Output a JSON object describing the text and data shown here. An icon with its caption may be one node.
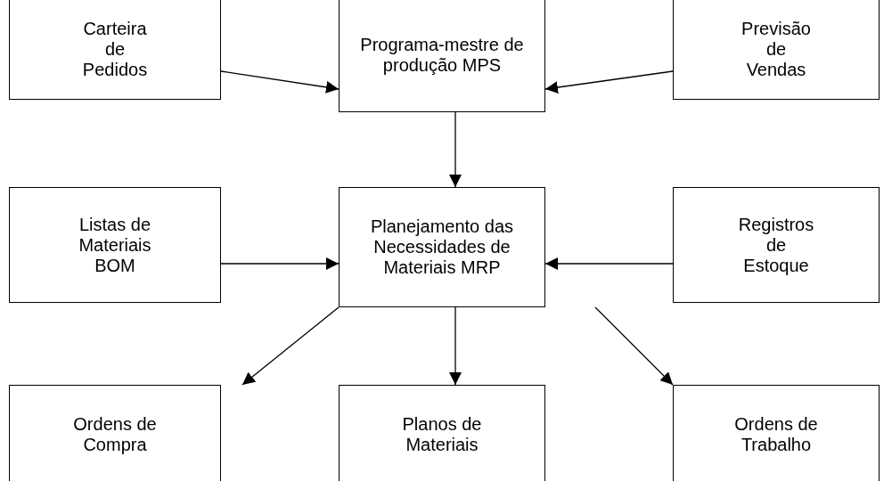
{
  "diagram": {
    "nodes": [
      {
        "text": [
          "Carteira de Pedidos"
        ]
      },
      {
        "text": [
          "Programa-mestre de produção MPS"
        ]
      },
      {
        "text": [
          "Previsão de Vendas"
        ]
      },
      {
        "text": [
          "Listas de Materiais BOM"
        ]
      },
      {
        "text": [
          "Planejamento das Necessidades de Materiais MRP"
        ]
      },
      {
        "text": [
          "Registros de Estoque"
        ]
      },
      {
        "text": [
          "Ordens de Compra"
        ]
      },
      {
        "text": [
          "Planos de Materiais"
        ]
      },
      {
        "text": [
          "Ordens de Trabalho"
        ]
      }
    ],
    "edges": [
      {
        "from": 0,
        "to": 1,
        "arrow": "to"
      },
      {
        "from": 2,
        "to": 1,
        "arrow": "to"
      },
      {
        "from": 1,
        "to": 4,
        "arrow": "to"
      },
      {
        "from": 3,
        "to": 4,
        "arrow": "to"
      },
      {
        "from": 5,
        "to": 4,
        "arrow": "to"
      },
      {
        "from": 4,
        "to": 6,
        "arrow": "to"
      },
      {
        "from": 4,
        "to": 7,
        "arrow": "to"
      },
      {
        "from": 4,
        "to": 8,
        "arrow": "to"
      }
    ]
  }
}
